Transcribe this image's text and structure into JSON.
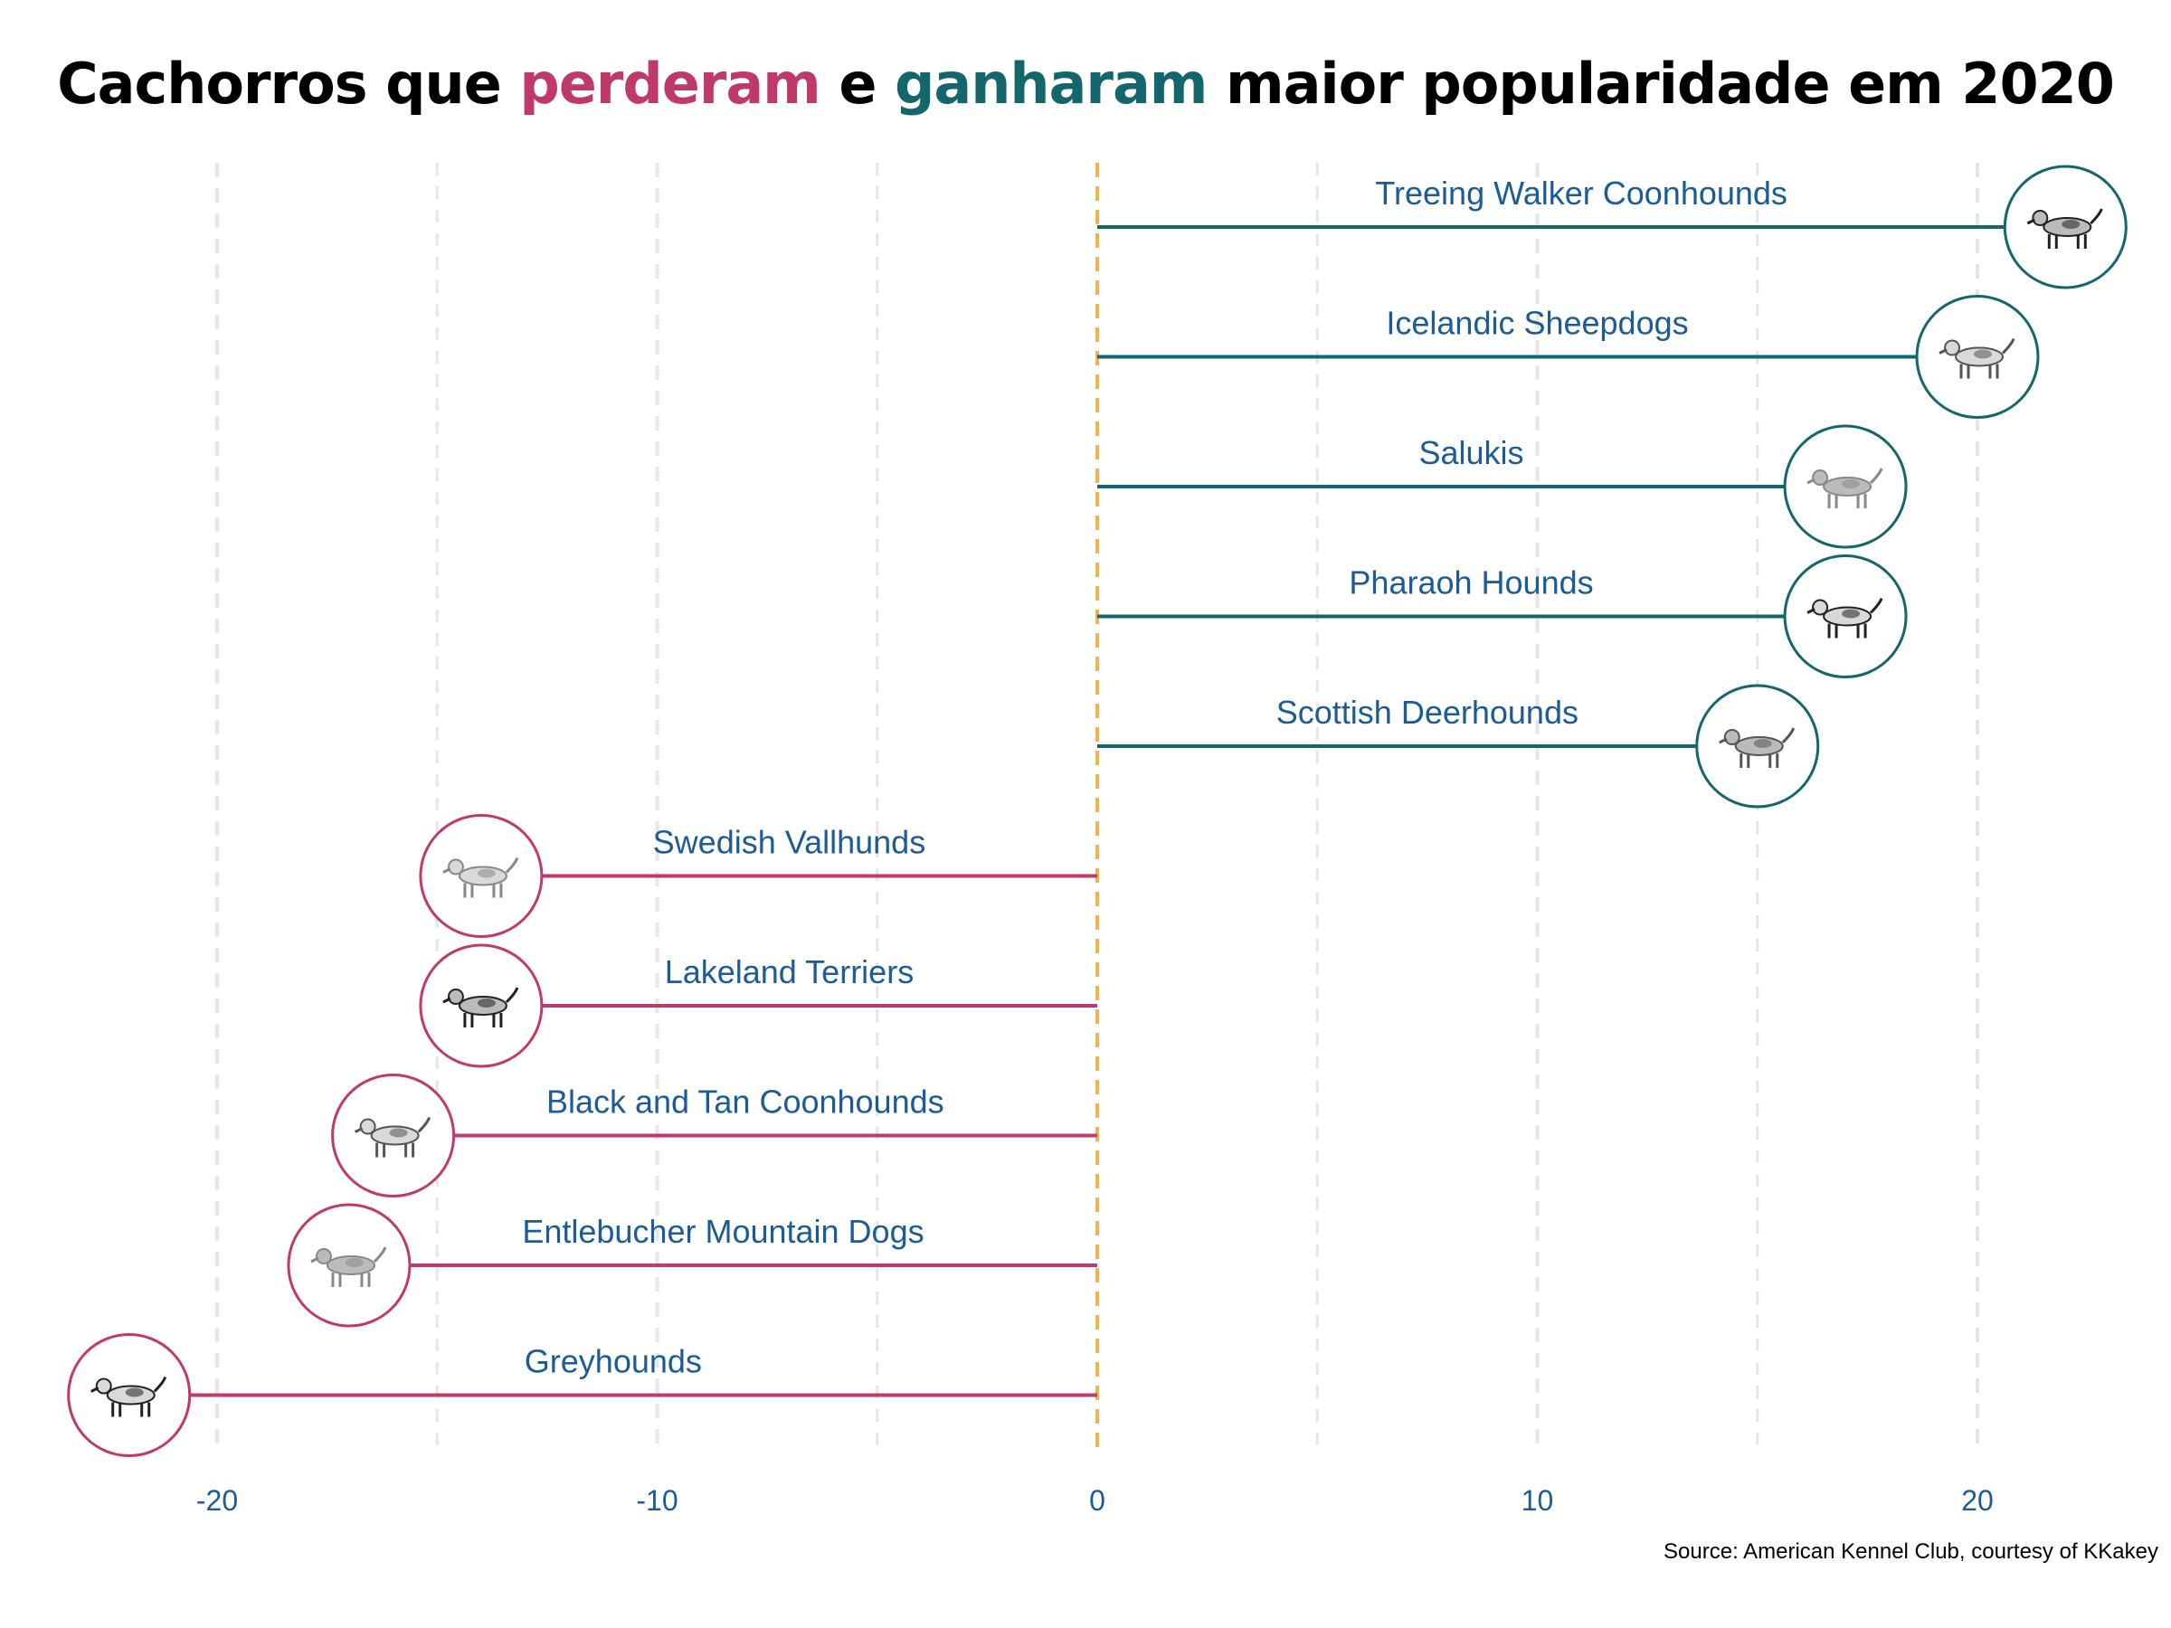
{
  "title": {
    "part1": "Cachorros que ",
    "lost_word": "perderam",
    "part2": " e ",
    "gained_word": "ganharam",
    "part3": " maior popularidade em 2020"
  },
  "source": "Source: American Kennel Club, courtesy of KKakey",
  "colors": {
    "lost": "#c0396b",
    "gained": "#13666c",
    "zero_line": "#f6b24a",
    "label_text": "#1b5b96",
    "grid": "#e6e6e6"
  },
  "chart_data": {
    "type": "lollipop",
    "xlim": [
      -23,
      23
    ],
    "x_ticks": [
      -20,
      -10,
      0,
      10,
      20
    ],
    "x_tick_labels": [
      "-20",
      "-10",
      "0",
      "10",
      "20"
    ],
    "grid": true,
    "categories": [
      "Treeing Walker Coonhounds",
      "Icelandic Sheepdogs",
      "Salukis",
      "Pharaoh Hounds",
      "Scottish Deerhounds",
      "Swedish Vallhunds",
      "Lakeland Terriers",
      "Black and Tan Coonhounds",
      "Entlebucher Mountain Dogs",
      "Greyhounds"
    ],
    "values": [
      22,
      20,
      17,
      17,
      15,
      -14,
      -14,
      -16,
      -17,
      -22
    ],
    "markers": [
      "treeing-walker-coonhound-icon",
      "icelandic-sheepdog-icon",
      "saluki-icon",
      "pharaoh-hound-icon",
      "scottish-deerhound-icon",
      "swedish-vallhund-icon",
      "lakeland-terrier-icon",
      "black-and-tan-coonhound-icon",
      "entlebucher-mountain-dog-icon",
      "greyhound-icon"
    ]
  }
}
